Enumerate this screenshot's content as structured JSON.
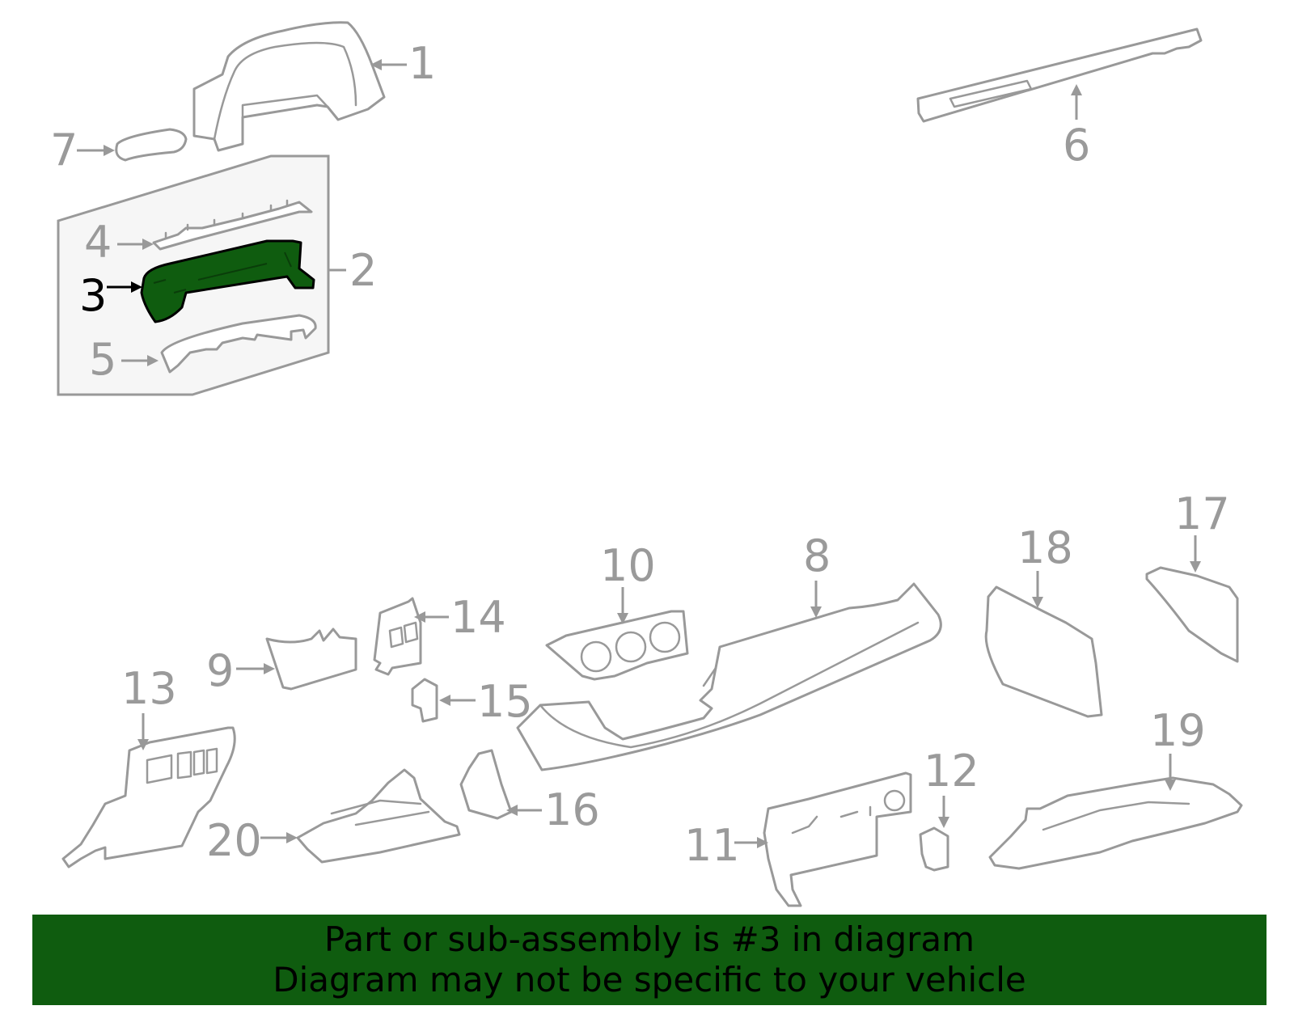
{
  "highlight_color": "#0f5c0f",
  "part_color": "#999999",
  "labels": {
    "l1": "1",
    "l2": "2",
    "l3": "3",
    "l4": "4",
    "l5": "5",
    "l6": "6",
    "l7": "7",
    "l8": "8",
    "l9": "9",
    "l10": "10",
    "l11": "11",
    "l12": "12",
    "l13": "13",
    "l14": "14",
    "l15": "15",
    "l16": "16",
    "l17": "17",
    "l18": "18",
    "l19": "19",
    "l20": "20"
  },
  "highlighted_part": "3",
  "banner": {
    "line1": "Part or sub-assembly is #3 in diagram",
    "line2": "Diagram may not be specific to your vehicle"
  }
}
